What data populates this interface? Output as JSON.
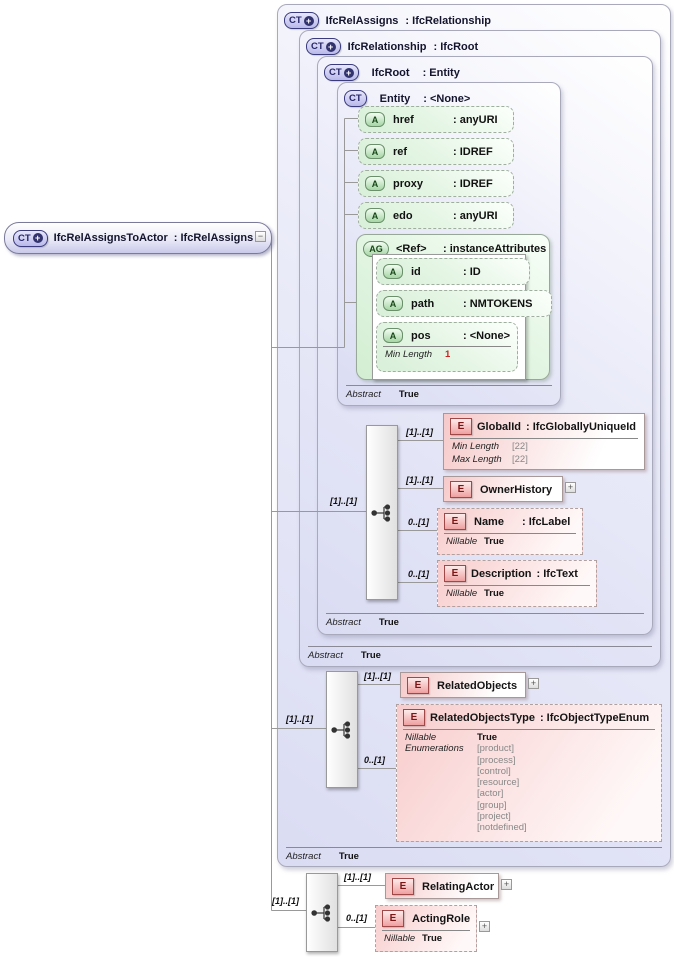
{
  "root_node": {
    "badge": "CT",
    "badge_plus": "+",
    "name": "IfcRelAssignsToActor",
    "type": ": IfcRelAssigns",
    "collapse_glyph": "−"
  },
  "containers": {
    "ifcrelassigns": {
      "badge": "CT",
      "badge_plus": "+",
      "name": "IfcRelAssigns",
      "type": ": IfcRelationship",
      "abstract": {
        "label": "Abstract",
        "value": "True"
      }
    },
    "ifcrelationship": {
      "badge": "CT",
      "badge_plus": "+",
      "name": "IfcRelationship",
      "type": ": IfcRoot",
      "abstract": {
        "label": "Abstract",
        "value": "True"
      }
    },
    "ifcroot": {
      "badge": "CT",
      "badge_plus": "+",
      "name": "IfcRoot",
      "type": ": Entity",
      "abstract": {
        "label": "Abstract",
        "value": "True"
      }
    },
    "entity": {
      "badge": "CT",
      "name": "Entity",
      "type": ": <None>",
      "abstract": {
        "label": "Abstract",
        "value": "True"
      }
    }
  },
  "entity_attributes": [
    {
      "badge": "A",
      "name": "href",
      "type": ": anyURI"
    },
    {
      "badge": "A",
      "name": "ref",
      "type": ": IDREF"
    },
    {
      "badge": "A",
      "name": "proxy",
      "type": ": IDREF"
    },
    {
      "badge": "A",
      "name": "edo",
      "type": ": anyURI"
    }
  ],
  "ref_group": {
    "badge": "AG",
    "name": "<Ref>",
    "type": ": instanceAttributes",
    "attributes": [
      {
        "badge": "A",
        "name": "id",
        "type": ": ID"
      },
      {
        "badge": "A",
        "name": "path",
        "type": ": NMTOKENS"
      },
      {
        "badge": "A",
        "name": "pos",
        "type": ": <None>",
        "facet_label": "Min Length",
        "facet_value": "1"
      }
    ]
  },
  "sequences": {
    "ifcroot_seq": {
      "cardinality": "[1]..[1]",
      "items": [
        {
          "cardinality": "[1]..[1]",
          "badge": "E",
          "name": "GlobalId",
          "type": ": IfcGloballyUniqueId",
          "facets": [
            {
              "label": "Min Length",
              "value": "[22]"
            },
            {
              "label": "Max Length",
              "value": "[22]"
            }
          ]
        },
        {
          "cardinality": "[1]..[1]",
          "badge": "E",
          "name": "OwnerHistory",
          "expand": "+"
        },
        {
          "cardinality": "0..[1]",
          "badge": "E",
          "name": "Name",
          "type": ": IfcLabel",
          "facets": [
            {
              "label": "Nillable",
              "value": "True"
            }
          ]
        },
        {
          "cardinality": "0..[1]",
          "badge": "E",
          "name": "Description",
          "type": ": IfcText",
          "facets": [
            {
              "label": "Nillable",
              "value": "True"
            }
          ]
        }
      ]
    },
    "ifcrelassigns_seq": {
      "cardinality": "[1]..[1]",
      "items": [
        {
          "cardinality": "[1]..[1]",
          "badge": "E",
          "name": "RelatedObjects",
          "expand": "+"
        },
        {
          "cardinality": "0..[1]",
          "badge": "E",
          "name": "RelatedObjectsType",
          "type": ": IfcObjectTypeEnum",
          "nillable_label": "Nillable",
          "nillable_value": "True",
          "enum_label": "Enumerations",
          "enums": [
            "[product]",
            "[process]",
            "[control]",
            "[resource]",
            "[actor]",
            "[group]",
            "[project]",
            "[notdefined]"
          ]
        }
      ]
    },
    "actor_seq": {
      "cardinality": "[1]..[1]",
      "items": [
        {
          "cardinality": "[1]..[1]",
          "badge": "E",
          "name": "RelatingActor",
          "expand": "+"
        },
        {
          "cardinality": "0..[1]",
          "badge": "E",
          "name": "ActingRole",
          "expand": "+",
          "facets": [
            {
              "label": "Nillable",
              "value": "True"
            }
          ]
        }
      ]
    }
  },
  "colors": {
    "lavender": "#dadcf3",
    "green": "#d8efd8",
    "pink": "#f6c9c9",
    "line": "#999999",
    "accent_red": "#cc2222"
  }
}
